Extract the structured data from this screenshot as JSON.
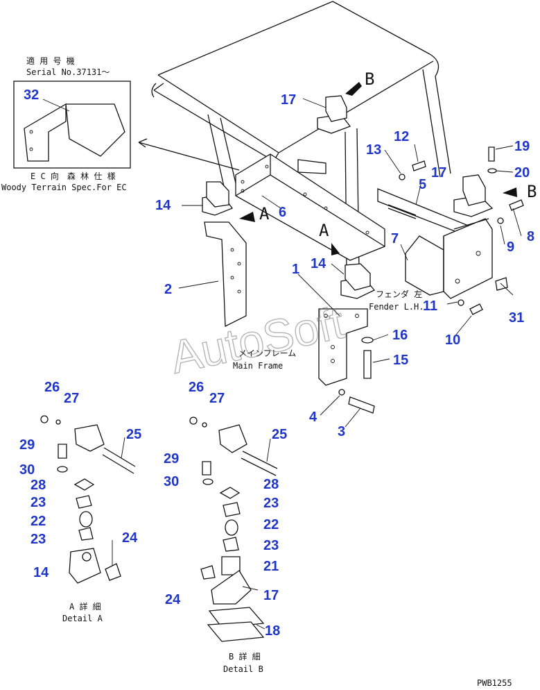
{
  "inset": {
    "serial_jp": "適 用 号 機",
    "serial_en": "Serial No.37131～",
    "spec_jp": "E C 向　森 林 仕 様",
    "spec_en": "Woody Terrain Spec.For EC"
  },
  "labels": {
    "fender_jp": "フェンダ 左",
    "fender_en": "Fender L.H.",
    "mainframe_jp": "メインフレーム",
    "mainframe_en": "Main Frame",
    "detailA_jp": "A 詳 細",
    "detailA_en": "Detail A",
    "detailB_jp": "B 詳 細",
    "detailB_en": "Detail B",
    "view_a1": "A",
    "view_a2": "A",
    "view_b1": "B",
    "view_b2": "B",
    "drawing_code": "PWB1255"
  },
  "watermark": "AutoSoft",
  "callouts": {
    "c32": "32",
    "c17a": "17",
    "c13": "13",
    "c12": "12",
    "c19": "19",
    "c20": "20",
    "c17b": "17",
    "c5": "5",
    "c14a": "14",
    "c6": "6",
    "c8": "8",
    "c9": "9",
    "c7": "7",
    "c14b": "14",
    "c1": "1",
    "c2": "2",
    "c31": "31",
    "c16": "16",
    "c11": "11",
    "c10": "10",
    "c15": "15",
    "c4": "4",
    "c3": "3",
    "c26a": "26",
    "c27a": "27",
    "c25a": "25",
    "c29a": "29",
    "c30a": "30",
    "c28a": "28",
    "c23a": "23",
    "c22a": "22",
    "c23b": "23",
    "c24a": "24",
    "c14c": "14",
    "c26b": "26",
    "c27b": "27",
    "c25b": "25",
    "c29b": "29",
    "c30b": "30",
    "c28b": "28",
    "c23c": "23",
    "c22b": "22",
    "c23d": "23",
    "c21": "21",
    "c17c": "17",
    "c24b": "24",
    "c18": "18"
  }
}
